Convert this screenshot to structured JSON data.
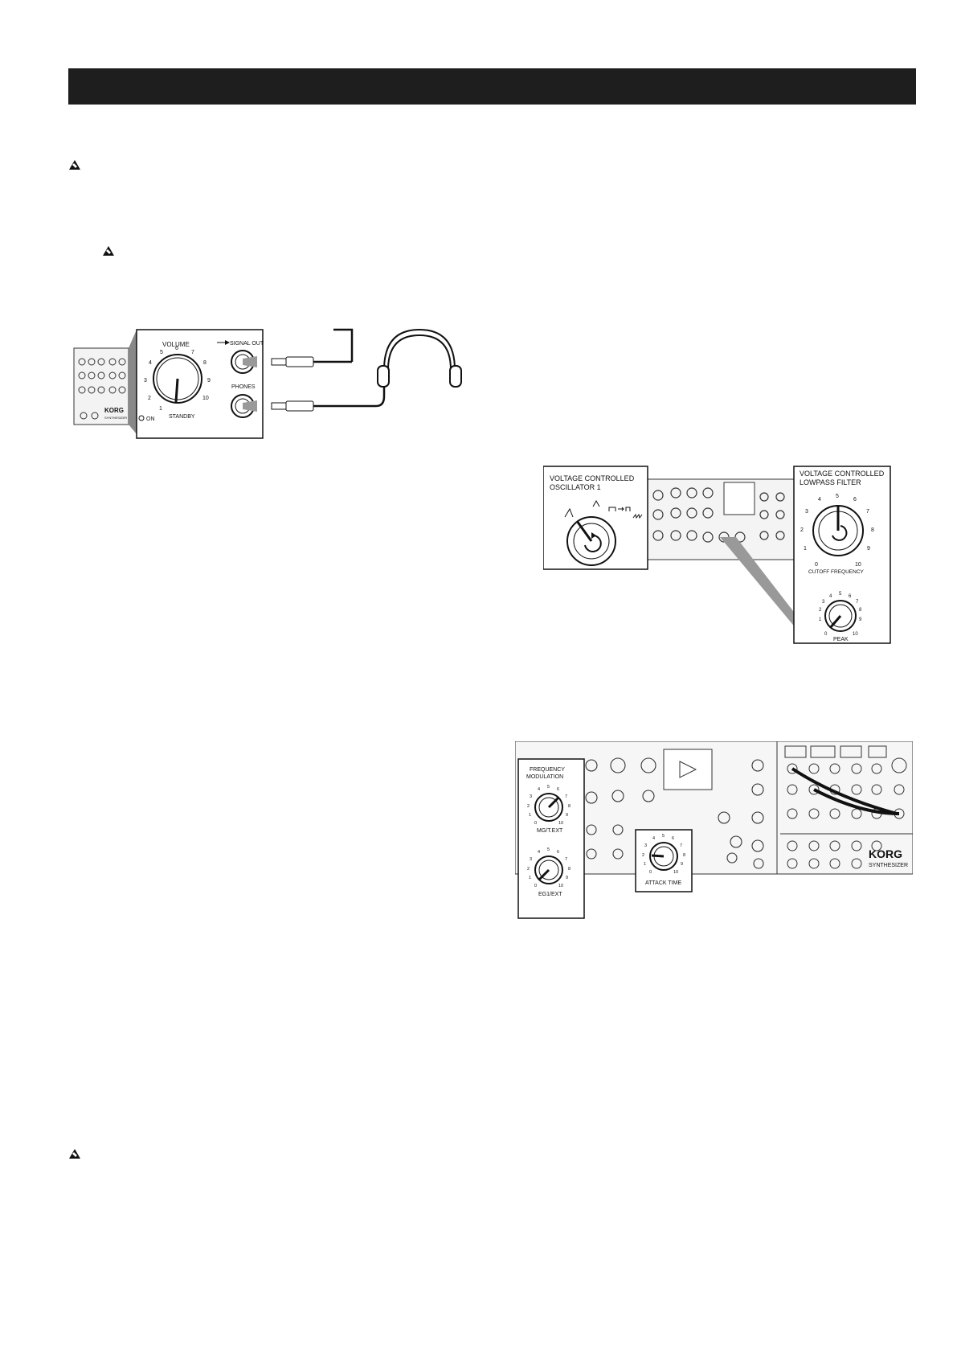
{
  "icons": {
    "caution": "caution-icon"
  },
  "fig1": {
    "volume": "VOLUME",
    "signal_out": "SIGNAL OUT",
    "phones": "PHONES",
    "standby": "STANDBY",
    "on": "ON",
    "dial_numbers": [
      "1",
      "2",
      "3",
      "4",
      "5",
      "6",
      "7",
      "8",
      "9",
      "10"
    ],
    "mini_brand": "KORG",
    "mini_sub": "SYNTHESIZER"
  },
  "fig2": {
    "vco_title_1": "VOLTAGE CONTROLLED",
    "vco_title_2": "OSCILLATOR  1",
    "vcf_title_1": "VOLTAGE CONTROLLED",
    "vcf_title_2": "LOWPASS FILTER",
    "cutoff": "CUTOFF FREQUENCY",
    "peak": "PEAK",
    "dial_numbers": [
      "0",
      "1",
      "2",
      "3",
      "4",
      "5",
      "6",
      "7",
      "8",
      "9",
      "10"
    ]
  },
  "fig3": {
    "fm_title_1": "FREQUENCY",
    "fm_title_2": "MODULATION",
    "mg_ext": "MG/T.EXT",
    "eg1_ext": "EG1/EXT",
    "attack_time": "ATTACK TIME",
    "brand": "KORG",
    "brand_sub": "SYNTHESIZER",
    "dial_numbers": [
      "0",
      "1",
      "2",
      "3",
      "4",
      "5",
      "6",
      "7",
      "8",
      "9",
      "10"
    ]
  }
}
